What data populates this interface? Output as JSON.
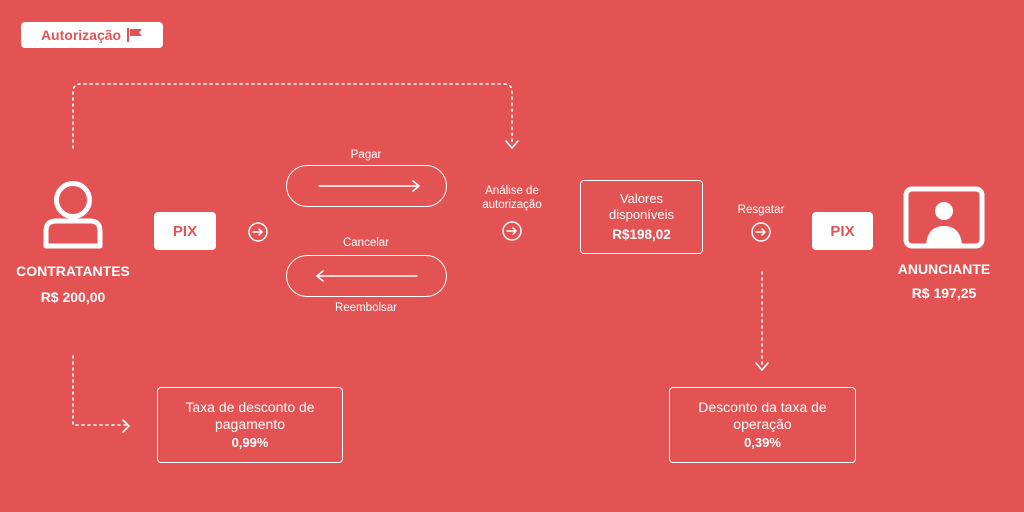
{
  "badge": {
    "label": "Autorização",
    "icon": "flag-icon"
  },
  "contratantes": {
    "name": "CONTRATANTES",
    "amount": "R$ 200,00",
    "icon": "user-icon"
  },
  "pix_left": {
    "label": "PIX"
  },
  "pay": {
    "label": "Pagar"
  },
  "cancel": {
    "label": "Cancelar"
  },
  "refund": {
    "label": "Reembolsar"
  },
  "analysis": {
    "line1": "Análise de",
    "line2": "autorização"
  },
  "available": {
    "line1": "Valores",
    "line2": "disponíveis",
    "amount": "R$198,02"
  },
  "withdraw": {
    "label": "Resgatar"
  },
  "pix_right": {
    "label": "PIX"
  },
  "anunciante": {
    "name": "ANUNCIANTE",
    "amount": "R$ 197,25",
    "icon": "profile-picture-icon"
  },
  "fee_payment": {
    "line1": "Taxa de desconto de",
    "line2": "pagamento",
    "value": "0,99%"
  },
  "fee_operation": {
    "line1": "Desconto da taxa de",
    "line2": "operação",
    "value": "0,39%"
  },
  "colors": {
    "background": "#e35353",
    "foreground": "#ffffff"
  }
}
